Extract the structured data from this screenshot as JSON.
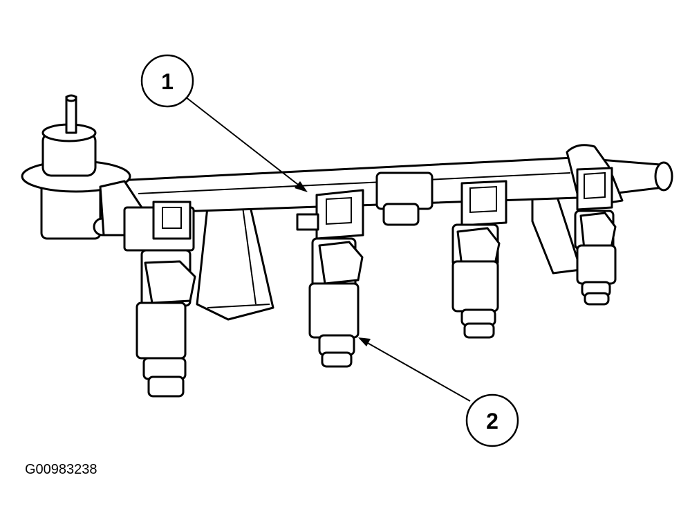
{
  "callouts": [
    {
      "label": "1"
    },
    {
      "label": "2"
    }
  ],
  "figure_id": "G00983238"
}
